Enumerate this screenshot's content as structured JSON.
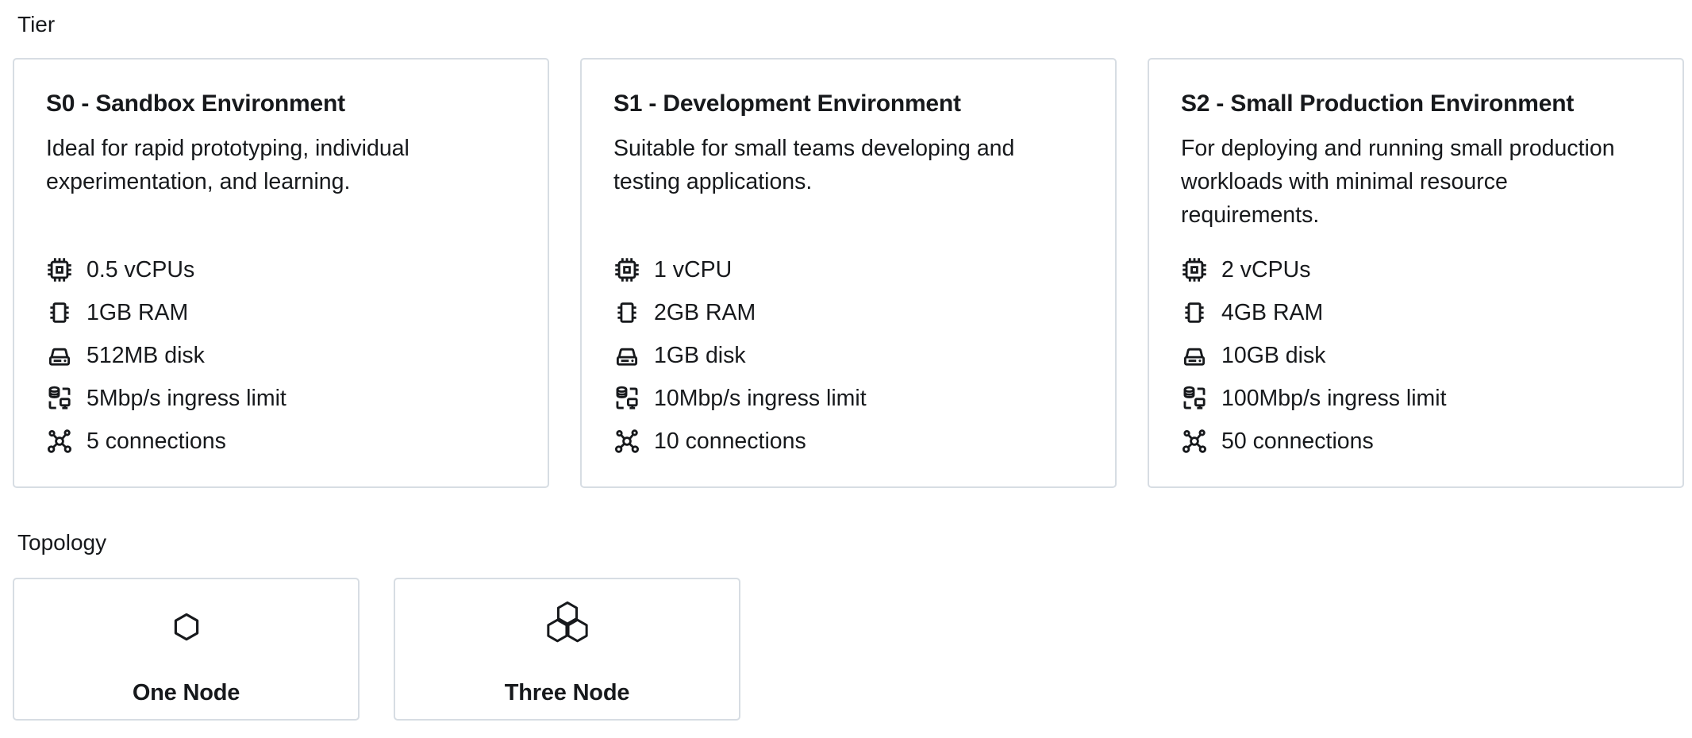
{
  "colors": {
    "text": "#17191c",
    "card_border": "#d7dde3",
    "background": "#ffffff"
  },
  "tier_section": {
    "label": "Tier",
    "cards": [
      {
        "id": "S0",
        "title": "S0 - Sandbox Environment",
        "description": "Ideal for rapid prototyping, individual experimentation, and learning.",
        "specs": [
          {
            "icon": "cpu-icon",
            "text": "0.5 vCPUs"
          },
          {
            "icon": "ram-icon",
            "text": "1GB RAM"
          },
          {
            "icon": "disk-icon",
            "text": "512MB disk"
          },
          {
            "icon": "ingress-icon",
            "text": "5Mbp/s ingress limit"
          },
          {
            "icon": "connections-icon",
            "text": "5 connections"
          }
        ]
      },
      {
        "id": "S1",
        "title": "S1 - Development Environment",
        "description": "Suitable for small teams developing and testing applications.",
        "specs": [
          {
            "icon": "cpu-icon",
            "text": "1 vCPU"
          },
          {
            "icon": "ram-icon",
            "text": "2GB RAM"
          },
          {
            "icon": "disk-icon",
            "text": "1GB disk"
          },
          {
            "icon": "ingress-icon",
            "text": "10Mbp/s ingress limit"
          },
          {
            "icon": "connections-icon",
            "text": "10 connections"
          }
        ]
      },
      {
        "id": "S2",
        "title": "S2 - Small Production Environment",
        "description": "For deploying and running small production workloads with minimal resource requirements.",
        "specs": [
          {
            "icon": "cpu-icon",
            "text": "2 vCPUs"
          },
          {
            "icon": "ram-icon",
            "text": "4GB RAM"
          },
          {
            "icon": "disk-icon",
            "text": "10GB disk"
          },
          {
            "icon": "ingress-icon",
            "text": "100Mbp/s ingress limit"
          },
          {
            "icon": "connections-icon",
            "text": "50 connections"
          }
        ]
      }
    ]
  },
  "topology_section": {
    "label": "Topology",
    "options": [
      {
        "id": "one-node",
        "icon": "one-node-icon",
        "label": "One Node"
      },
      {
        "id": "three-node",
        "icon": "three-node-icon",
        "label": "Three Node"
      }
    ]
  }
}
